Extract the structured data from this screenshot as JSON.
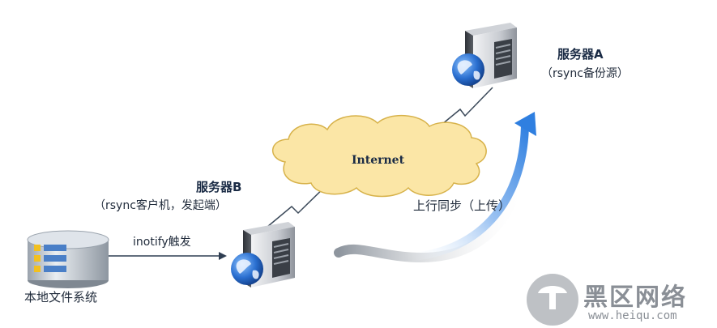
{
  "server_a": {
    "title": "服务器A",
    "subtitle": "（rsync备份源）"
  },
  "server_b": {
    "title": "服务器B",
    "subtitle": "（rsync客户机，发起端）"
  },
  "cloud": {
    "label": "Internet"
  },
  "local_fs": {
    "label": "本地文件系统"
  },
  "trigger": {
    "label": "inotify触发"
  },
  "sync": {
    "label": "上行同步（上传）"
  },
  "watermark": {
    "name": "黑区网络",
    "url": "www.heiqu.com"
  },
  "colors": {
    "cloud_fill": "#fbe6a6",
    "cloud_stroke": "#d7b24a",
    "link_line": "#3c4a5a",
    "arrow_blue": "#4a8fe0",
    "arrow_gray": "#b0b6be",
    "database": "#4a7fc7"
  },
  "icons": {
    "server": "server-icon",
    "globe": "globe-icon",
    "database": "database-icon",
    "cloud": "cloud-icon"
  }
}
